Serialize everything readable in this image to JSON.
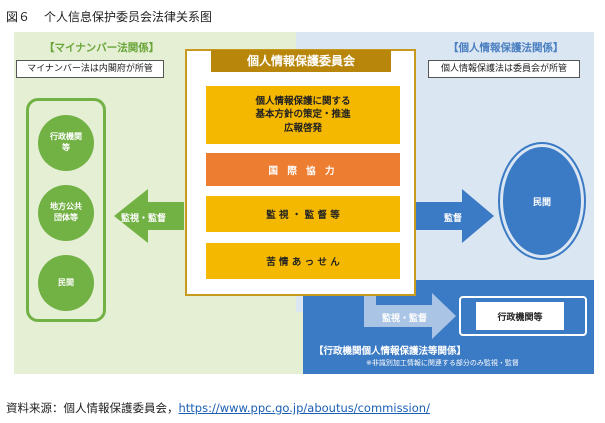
{
  "figure": {
    "number": "図６",
    "title": "个人信息保护委员会法律关系图"
  },
  "left_panel": {
    "label": "【マイナンバー法関係】",
    "note": "マイナンバー法は内閣府が所管",
    "entities": [
      "行政機関\n等",
      "地方公共\n団体等",
      "民間"
    ]
  },
  "center": {
    "title": "個人情報保護委員会",
    "items": [
      "個人情報保護に関する\n基本方針の策定・推進\n広報啓発",
      "国 際 協 力",
      "監 視 ・ 監 督 等",
      "苦 情 あ っ せ ん"
    ]
  },
  "right_panel": {
    "label": "【個人情報保護法関係】",
    "note": "個人情報保護法は委員会が所管",
    "entity": "民間"
  },
  "bottom_panel": {
    "label": "【行政機関個人情報保護法等関係】",
    "note": "※非識別加工情報に関連する部分のみ監視・監督",
    "entity": "行政機関等"
  },
  "arrows": {
    "left": "監視・監督",
    "right": "監督",
    "bottom": "監視・監督"
  },
  "footer": {
    "prefix": "資料来源：個人情報保護委員会，",
    "link_text": "https://www.ppc.go.jp/aboutus/commission/"
  },
  "colors": {
    "green": "#72b144",
    "gold": "#f5b800",
    "orange": "#ed7d31",
    "blue": "#3b7ac4",
    "dark_gold": "#b8860b",
    "light_blue": "#a9c4e4"
  }
}
